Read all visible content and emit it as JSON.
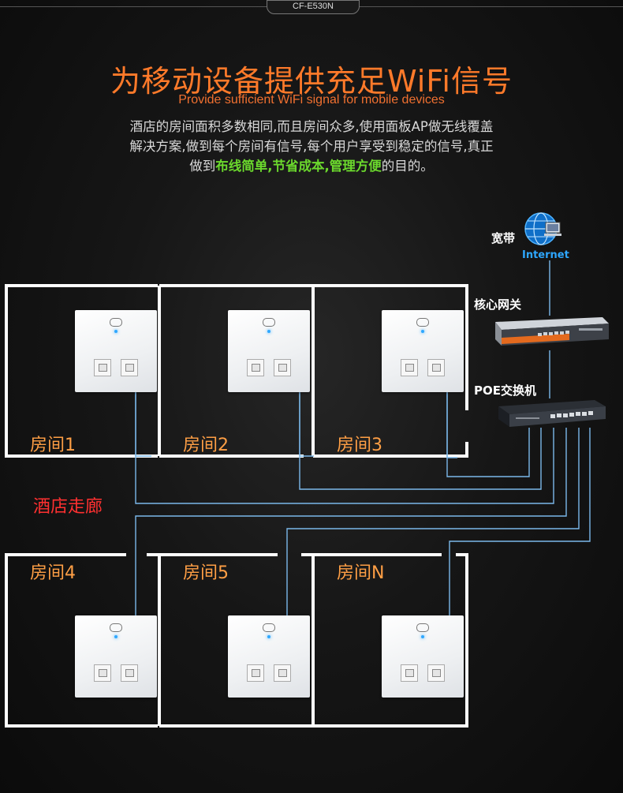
{
  "model": "CF-E530N",
  "headline": "为移动设备提供充足WiFi信号",
  "subhead": "Provide sufficient WiFi signal for mobile devices",
  "intro": {
    "line1": "酒店的房间面积多数相同,而且房间众多,使用面板AP做无线覆盖",
    "line2": "解决方案,做到每个房间有信号,每个用户享受到稳定的信号,真正",
    "line3_prefix": "做到",
    "highlight1": "布线简单",
    "sep1": ",",
    "highlight2": "节省成本",
    "sep2": ",",
    "highlight3": "管理方便",
    "line3_suffix": "的目的。"
  },
  "rooms": [
    "房间1",
    "房间2",
    "房间3",
    "房间4",
    "房间5",
    "房间N"
  ],
  "corridor": "酒店走廊",
  "network": {
    "broadband": "宽带",
    "internet": "Internet",
    "gateway": "核心网关",
    "switch": "POE交换机"
  },
  "colors": {
    "accent": "#ff7a2a",
    "room_label": "#ff9f45",
    "corridor": "#ff3030",
    "highlight": "#6bd92d",
    "cable": "#7bb8ea"
  },
  "icons": [
    "internet-globe-icon",
    "gateway-device-icon",
    "poe-switch-icon",
    "panel-ap-icon"
  ]
}
